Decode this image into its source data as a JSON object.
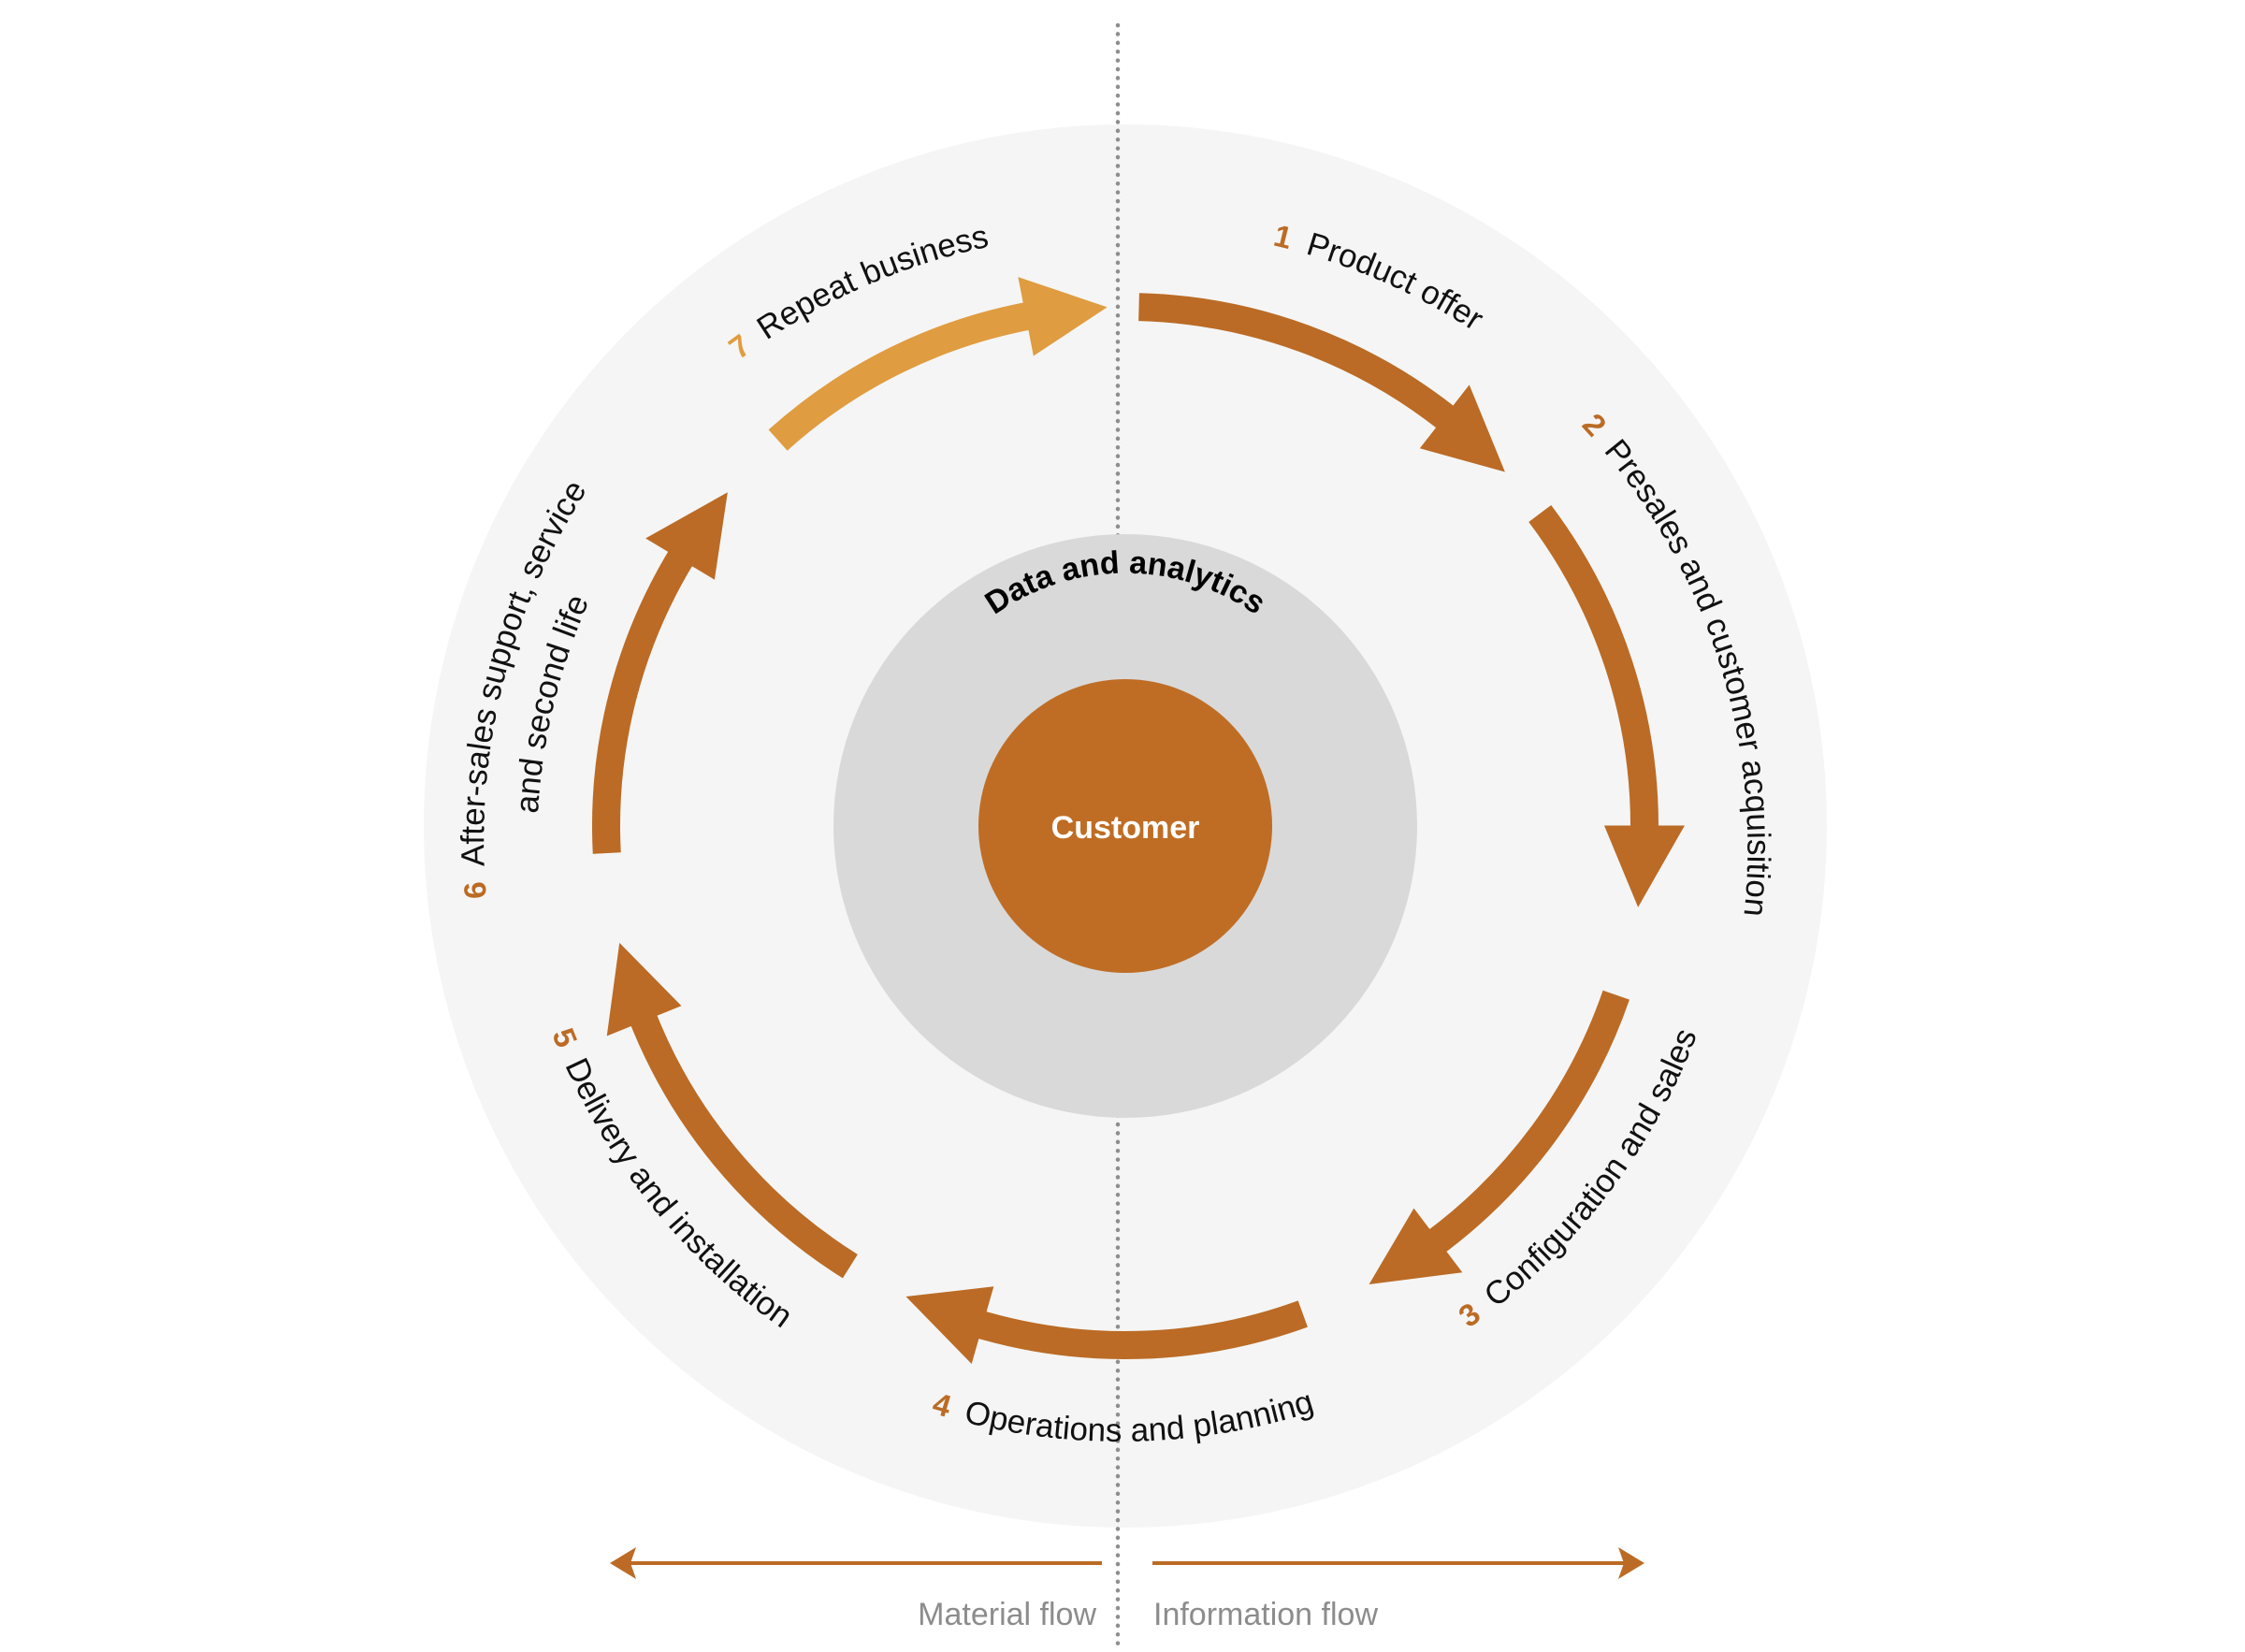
{
  "diagram": {
    "title_center": "Customer",
    "ring_label": "Data and analytics",
    "colors": {
      "primary": "#bb6b25",
      "accent_light": "#e09c40",
      "outer_ring": "#f5f5f5",
      "inner_ring": "#d9d9d9",
      "divider": "#8e8e8e",
      "legend_text": "#8c8c8c"
    },
    "steps": [
      {
        "number": "1",
        "label": "Product offer",
        "color": "#bb6b25"
      },
      {
        "number": "2",
        "label": "Presales and customer acquisition",
        "color": "#bb6b25"
      },
      {
        "number": "3",
        "label": "Configuration and sales",
        "color": "#bb6b25"
      },
      {
        "number": "4",
        "label": "Operations and planning",
        "color": "#bb6b25"
      },
      {
        "number": "5",
        "label": "Delivery and installation",
        "color": "#bb6b25"
      },
      {
        "number": "6",
        "label": "After-sales support, service",
        "label_line2": "and second life",
        "color": "#bb6b25"
      },
      {
        "number": "7",
        "label": "Repeat business",
        "color": "#e09c40"
      }
    ],
    "legend": {
      "left": "Material flow",
      "right": "Information flow"
    }
  }
}
